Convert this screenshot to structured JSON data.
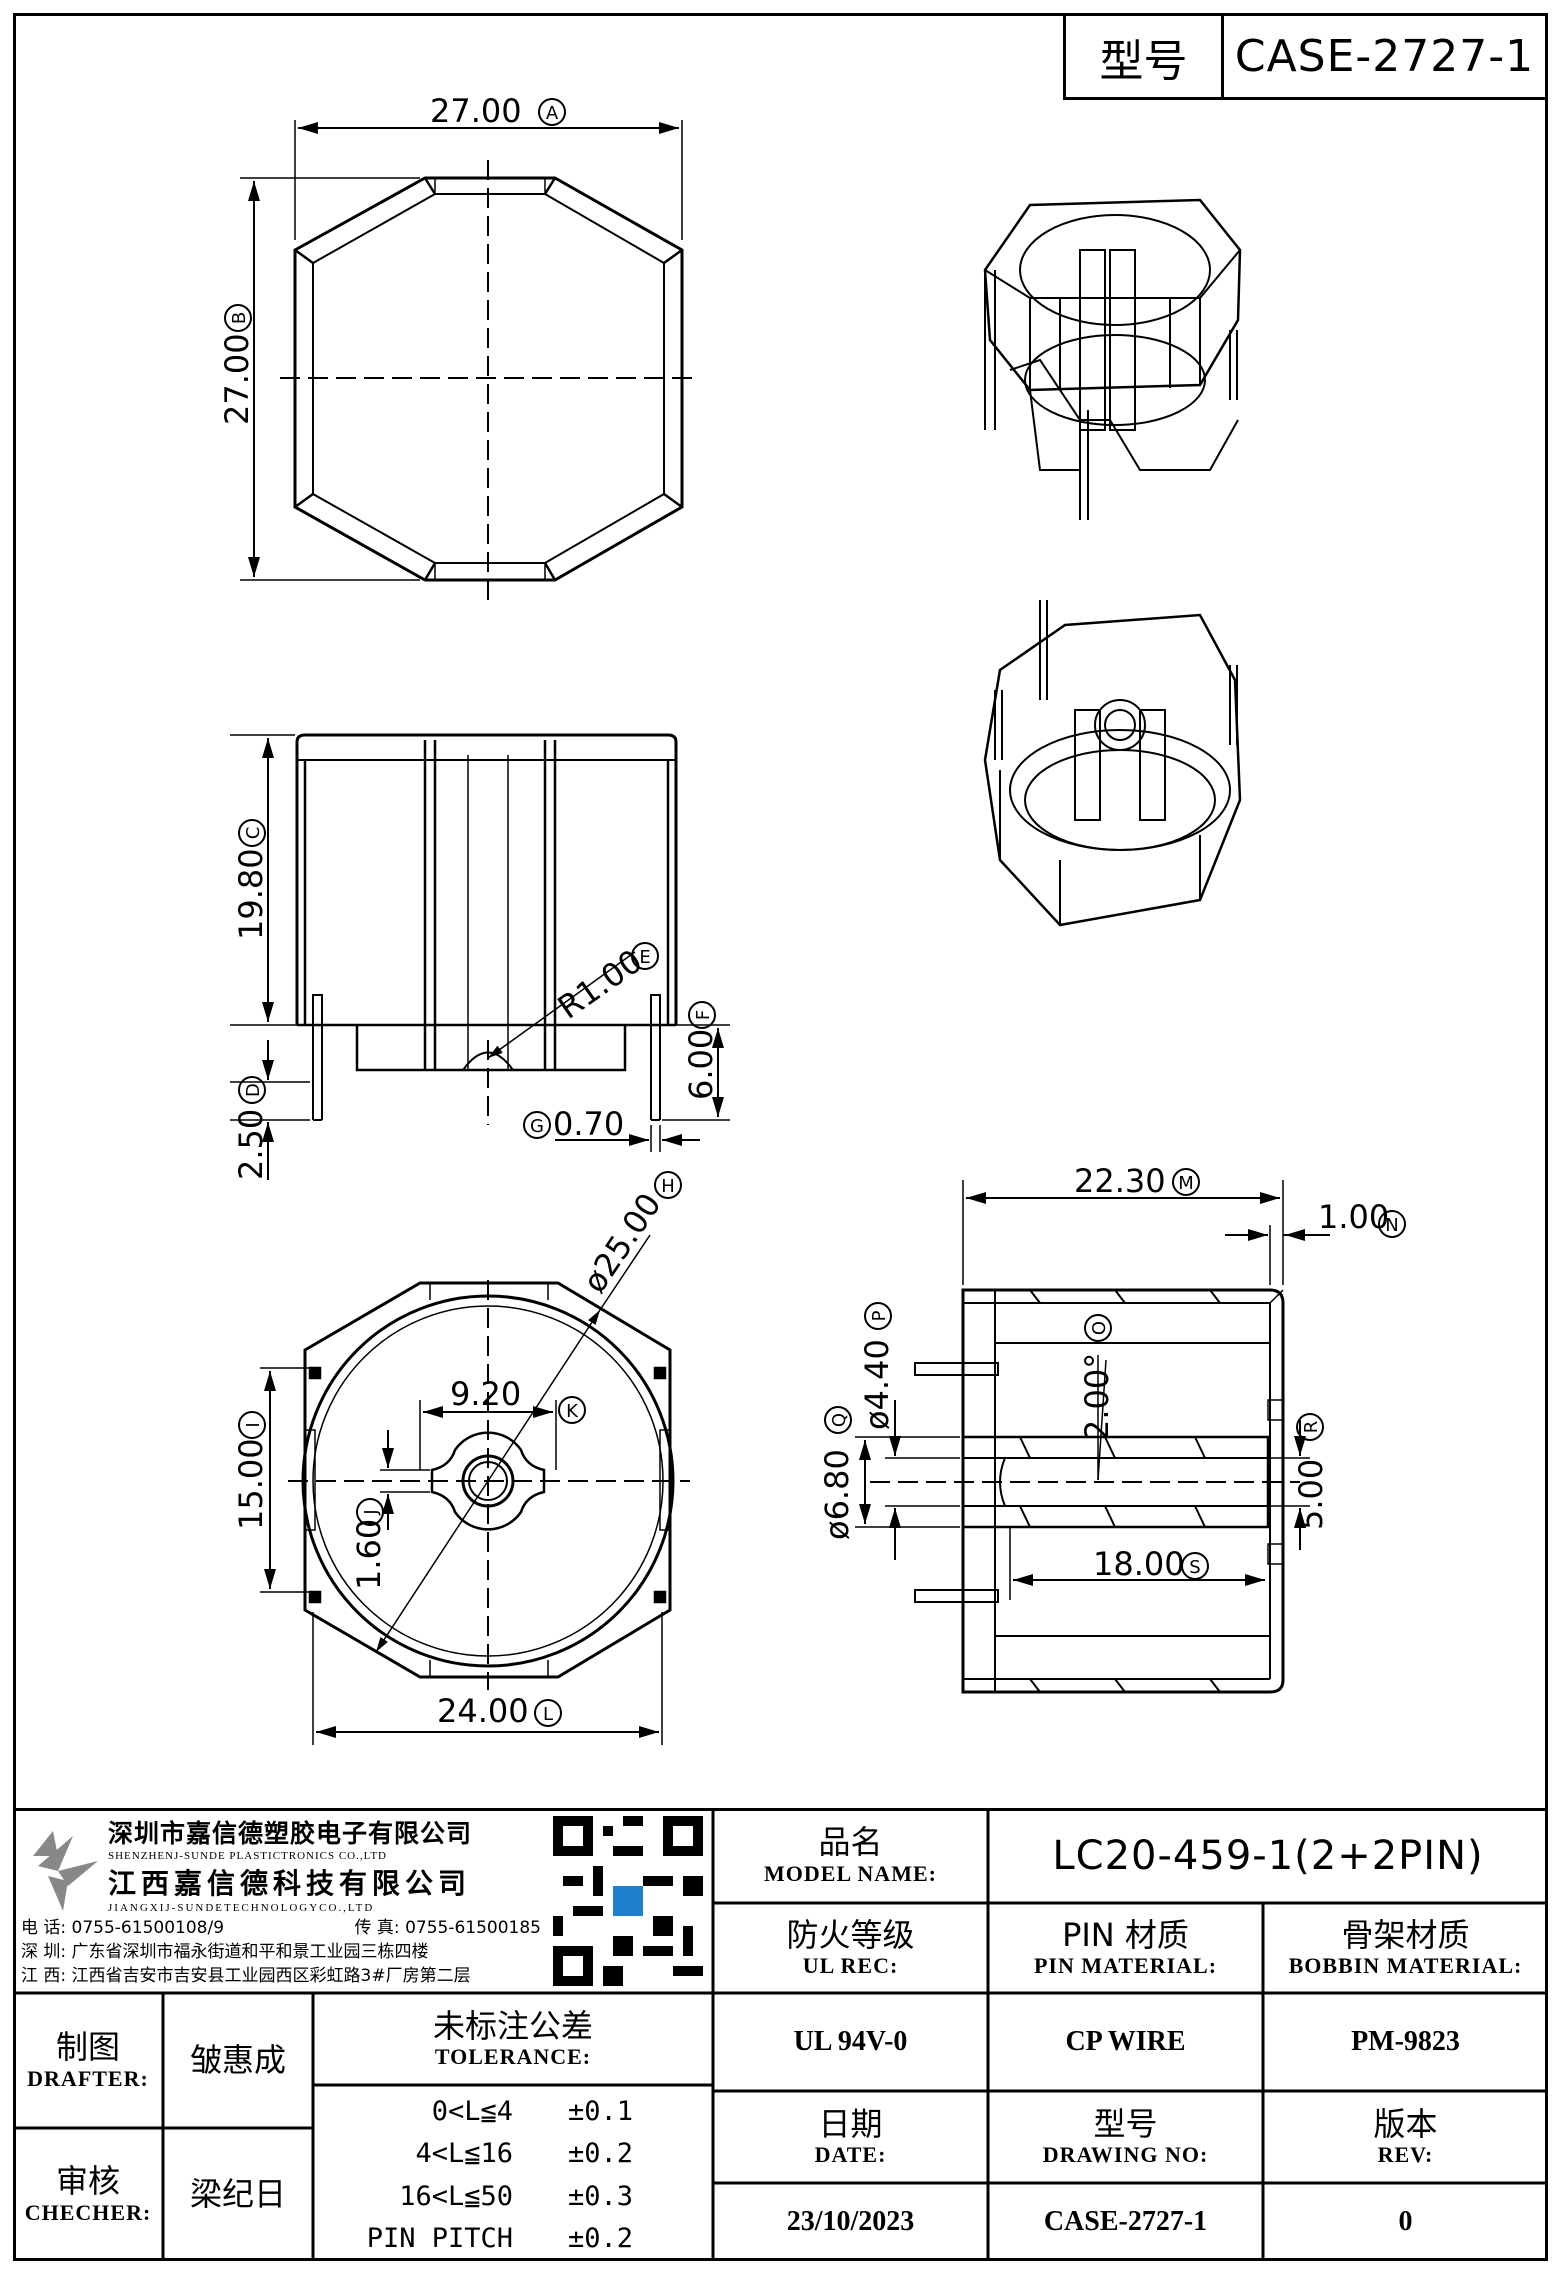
{
  "header": {
    "type_label": "型号",
    "type_value": "CASE-2727-1"
  },
  "dimensions": {
    "d_27a": "27.00",
    "tag_a": "A",
    "d_27b": "27.00",
    "tag_b": "B",
    "d_19_8": "19.80",
    "tag_c": "C",
    "d_2_5": "2.50",
    "tag_d": "D",
    "d_r1": "R1.00",
    "tag_e": "E",
    "d_6": "6.00",
    "tag_f": "F",
    "d_0_7": "0.70",
    "tag_g": "G",
    "d_25": "ø25.00",
    "tag_h": "H",
    "d_15": "15.00",
    "tag_i": "I",
    "d_1_6": "1.60",
    "tag_j": "J",
    "d_9_2": "9.20",
    "tag_k": "K",
    "d_24": "24.00",
    "tag_l": "L",
    "d_22_3": "22.30",
    "tag_m": "M",
    "d_1": "1.00",
    "tag_n": "N",
    "d_2deg": "2.00°",
    "tag_o": "O",
    "d_4_4": "ø4.40",
    "tag_p": "P",
    "d_6_8": "ø6.80",
    "tag_q": "Q",
    "d_5": "5.00",
    "tag_r": "R",
    "d_18": "18.00",
    "tag_s": "S"
  },
  "company": {
    "name_cn_1": "深圳市嘉信德塑胶电子有限公司",
    "name_en_1": "SHENZHENJ-SUNDE PLASTICTRONICS CO.,LTD",
    "name_cn_2": "江西嘉信德科技有限公司",
    "name_en_2": "JIANGXIJ-SUNDETECHNOLOGYCO.,LTD",
    "phone": "电 话:  0755-61500108/9",
    "fax": "传 真:  0755-61500185",
    "addr_sz": "深 圳:  广东省深圳市福永街道和平和景工业园三栋四楼",
    "addr_jx": "江 西:  江西省吉安市吉安县工业园西区彩虹路3#厂房第二层"
  },
  "titleblock": {
    "model_name_zh": "品名",
    "model_name_en": "MODEL NAME:",
    "model_name_val": "LC20-459-1(2+2PIN)",
    "ul_zh": "防火等级",
    "ul_en": "UL REC:",
    "ul_val": "UL 94V-0",
    "pin_zh": "PIN 材质",
    "pin_en": "PIN MATERIAL:",
    "pin_val": "CP WIRE",
    "bobbin_zh": "骨架材质",
    "bobbin_en": "BOBBIN MATERIAL:",
    "bobbin_val": "PM-9823",
    "drafter_zh": "制图",
    "drafter_en": "DRAFTER:",
    "drafter_val": "皱惠成",
    "checker_zh": "审核",
    "checker_en": "CHECHER:",
    "checker_val": "梁纪日",
    "tol_zh": "未标注公差",
    "tol_en": "TOLERANCE:",
    "tol_rows": [
      {
        "range": "0<L≦4",
        "val": "±0.1"
      },
      {
        "range": "4<L≦16",
        "val": "±0.2"
      },
      {
        "range": "16<L≦50",
        "val": "±0.3"
      },
      {
        "range": "PIN PITCH",
        "val": "±0.2"
      }
    ],
    "date_zh": "日期",
    "date_en": "DATE:",
    "date_val": "23/10/2023",
    "dwg_zh": "型号",
    "dwg_en": "DRAWING NO:",
    "dwg_val": "CASE-2727-1",
    "rev_zh": "版本",
    "rev_en": "REV:",
    "rev_val": "0"
  }
}
